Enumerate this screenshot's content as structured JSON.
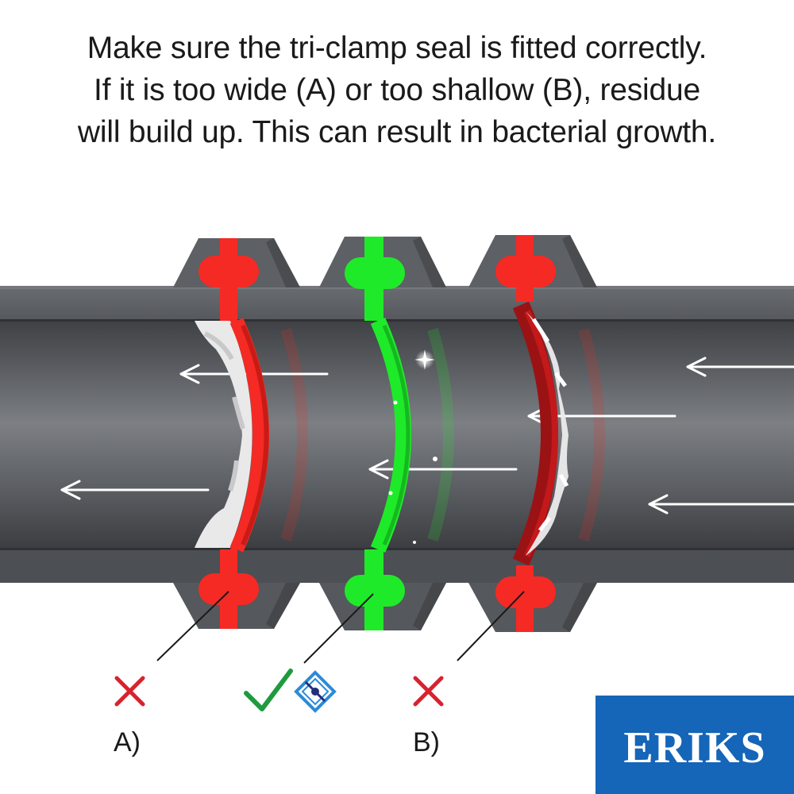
{
  "caption": {
    "line1": "Make sure the tri-clamp seal is fitted correctly.",
    "line2": "If it is too wide (A) or too shallow (B), residue",
    "line3": "will build up. This can result in bacterial growth."
  },
  "labels": {
    "a": "A)",
    "b": "B)"
  },
  "icons": {
    "seal_a_status": "cross-icon",
    "seal_good_status": "check-icon",
    "seal_good_badge": "certified-seal-icon",
    "seal_b_status": "cross-icon"
  },
  "brand": {
    "logo_text": "ERIKS",
    "logo_color": "#1565b8"
  },
  "colors": {
    "wrong_seal": "#f52a24",
    "correct_seal": "#1fea2a",
    "pipe": "#5f6266",
    "cross": "#d7232e",
    "check": "#1f9a3f"
  }
}
